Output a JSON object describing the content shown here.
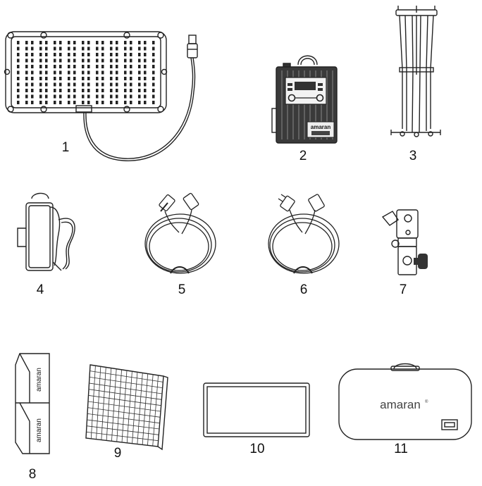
{
  "items": [
    {
      "number": "1"
    },
    {
      "number": "2"
    },
    {
      "number": "3"
    },
    {
      "number": "4"
    },
    {
      "number": "5"
    },
    {
      "number": "6"
    },
    {
      "number": "7"
    },
    {
      "number": "8"
    },
    {
      "number": "9"
    },
    {
      "number": "10"
    },
    {
      "number": "11"
    }
  ],
  "brand": {
    "controller_logo": "amaran",
    "softbox_logo": "amaran",
    "bag_logo": "amaran",
    "trademark": "®"
  }
}
